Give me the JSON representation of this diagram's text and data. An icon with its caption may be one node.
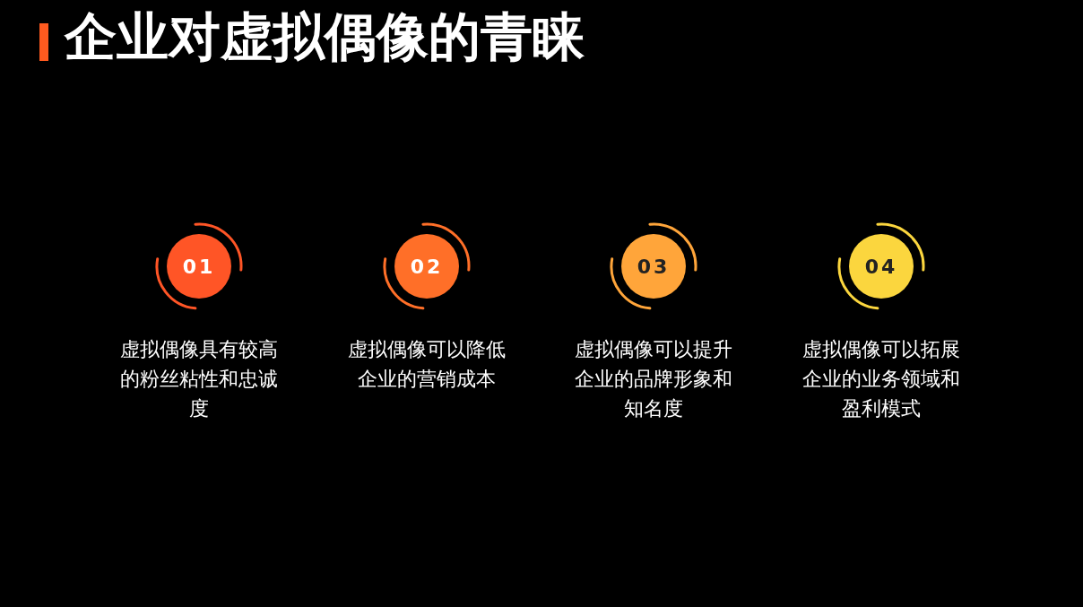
{
  "diagram": {
    "title": "企业对虚拟偶像的青睐",
    "nodes": [
      {
        "text": [
          "01"
        ],
        "beside": [
          "虚拟偶像具有较高的粉丝粘性和忠诚度"
        ]
      },
      {
        "text": [
          "02"
        ],
        "beside": [
          "虚拟偶像可以降低企业的营销成本"
        ]
      },
      {
        "text": [
          "03"
        ],
        "beside": [
          "虚拟偶像可以提升企业的品牌形象和知名度"
        ]
      },
      {
        "text": [
          "04"
        ],
        "beside": [
          "虚拟偶像可以拓展企业的业务领域和盈利模式"
        ]
      }
    ],
    "edges": []
  }
}
